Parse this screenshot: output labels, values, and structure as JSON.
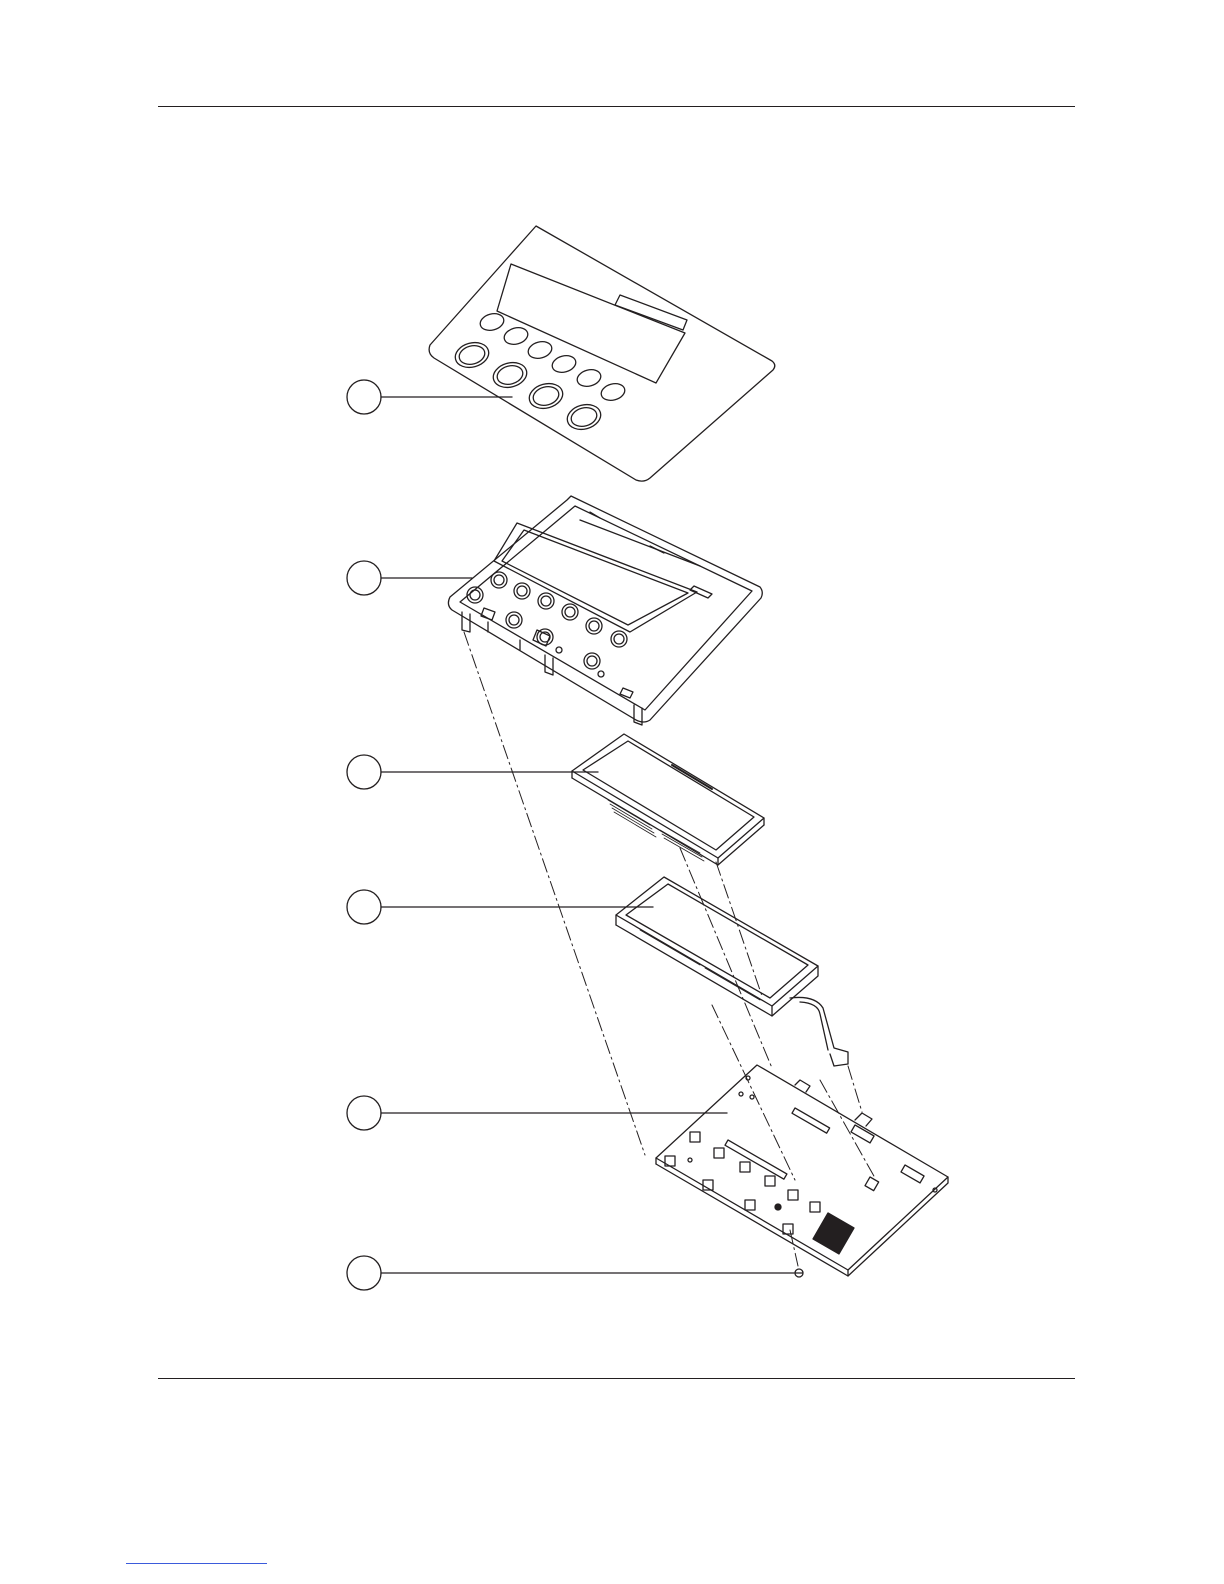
{
  "page": {
    "has_top_rule": true,
    "has_bottom_rule": true,
    "has_footer_link": true,
    "footer_link_text": ""
  },
  "figure": {
    "type": "exploded-view",
    "callouts": [
      {
        "id": "callout-1",
        "number": "",
        "part": "keypad-overlay"
      },
      {
        "id": "callout-2",
        "number": "",
        "part": "front-panel-frame"
      },
      {
        "id": "callout-3",
        "number": "",
        "part": "lcd-display"
      },
      {
        "id": "callout-4",
        "number": "",
        "part": "lcd-holder"
      },
      {
        "id": "callout-5",
        "number": "",
        "part": "control-pcb"
      },
      {
        "id": "callout-6",
        "number": "",
        "part": "screw"
      }
    ],
    "colors": {
      "ink": "#231f20",
      "link": "#3b5bdb"
    }
  }
}
